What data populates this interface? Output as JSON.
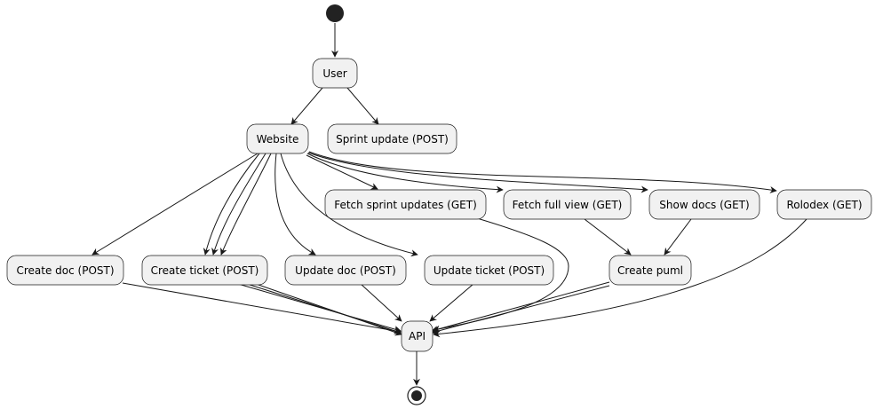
{
  "diagram": {
    "colors": {
      "node_fill": "#f1f1f1",
      "stroke": "#181818",
      "start": "#222222"
    },
    "nodes": {
      "user": "User",
      "website": "Website",
      "sprint_update_post": "Sprint update (POST)",
      "fetch_sprint_updates_get": "Fetch sprint updates (GET)",
      "fetch_full_view_get": "Fetch full view (GET)",
      "show_docs_get": "Show docs (GET)",
      "rolodex_get": "Rolodex (GET)",
      "create_doc_post": "Create doc (POST)",
      "create_ticket_post": "Create ticket (POST)",
      "update_doc_post": "Update doc (POST)",
      "update_ticket_post": "Update ticket (POST)",
      "create_puml": "Create puml",
      "api": "API"
    }
  }
}
